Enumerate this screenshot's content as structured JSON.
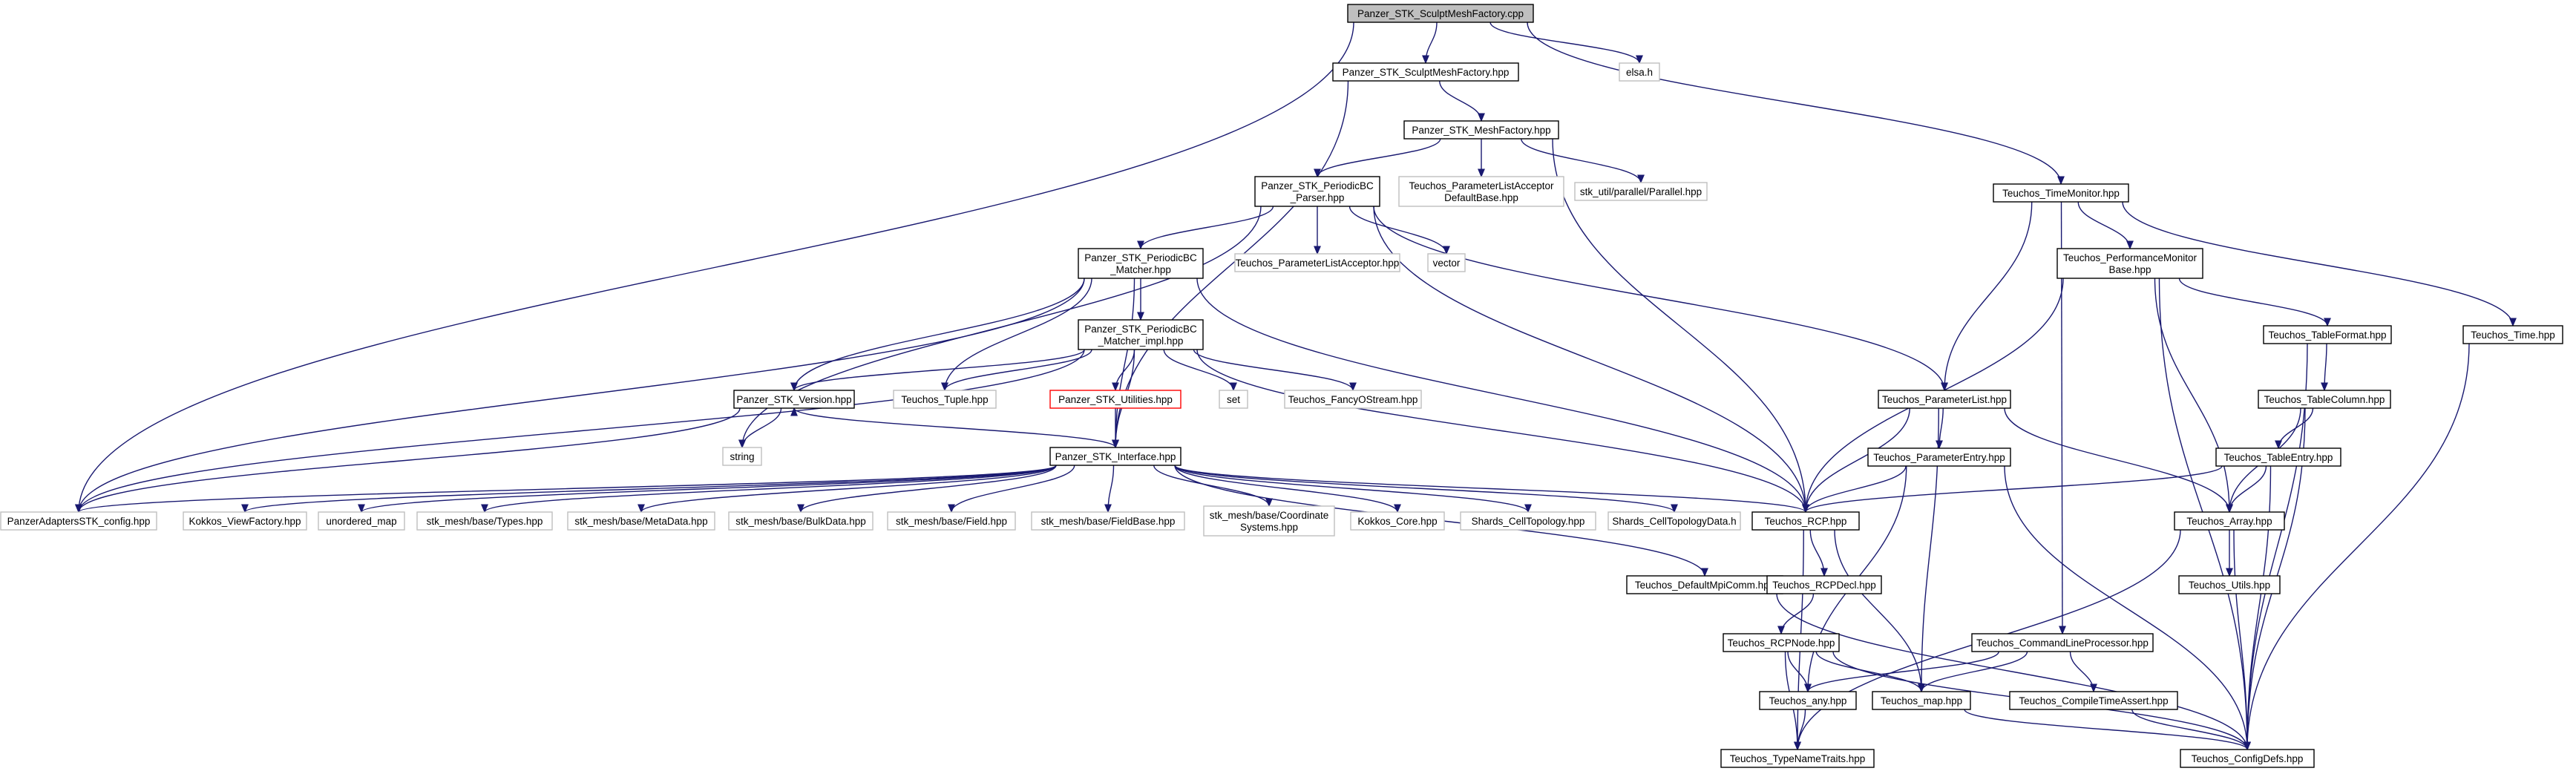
{
  "colors": {
    "edge": "#191970",
    "node_text": "#000000",
    "root_fill": "#bfbfbf",
    "root_border": "#000000",
    "normal_border": "#000000",
    "external_border": "#bfbfbf",
    "flagged_border": "#ff0000",
    "background": "#ffffff"
  },
  "graph": {
    "nodes": [
      {
        "id": "n0",
        "kind": "root",
        "lines": [
          "Panzer_STK_SculptMeshFactory.cpp"
        ]
      },
      {
        "id": "n1",
        "kind": "normal",
        "lines": [
          "Panzer_STK_SculptMeshFactory.hpp"
        ]
      },
      {
        "id": "n2",
        "kind": "external",
        "lines": [
          "elsa.h"
        ]
      },
      {
        "id": "n3",
        "kind": "normal",
        "lines": [
          "Panzer_STK_MeshFactory.hpp"
        ]
      },
      {
        "id": "n4",
        "kind": "normal",
        "lines": [
          "Panzer_STK_PeriodicBC",
          "_Parser.hpp"
        ]
      },
      {
        "id": "n5",
        "kind": "external",
        "lines": [
          "Teuchos_ParameterListAcceptor",
          "DefaultBase.hpp"
        ]
      },
      {
        "id": "n6",
        "kind": "external",
        "lines": [
          "stk_util/parallel/Parallel.hpp"
        ]
      },
      {
        "id": "n7",
        "kind": "normal",
        "lines": [
          "Teuchos_TimeMonitor.hpp"
        ]
      },
      {
        "id": "n8",
        "kind": "normal",
        "lines": [
          "Panzer_STK_PeriodicBC",
          "_Matcher.hpp"
        ]
      },
      {
        "id": "n9",
        "kind": "external",
        "lines": [
          "Teuchos_ParameterListAcceptor.hpp"
        ]
      },
      {
        "id": "n10",
        "kind": "external",
        "lines": [
          "vector"
        ]
      },
      {
        "id": "n11",
        "kind": "normal",
        "lines": [
          "Teuchos_PerformanceMonitor",
          "Base.hpp"
        ]
      },
      {
        "id": "n12",
        "kind": "normal",
        "lines": [
          "Panzer_STK_PeriodicBC",
          "_Matcher_impl.hpp"
        ]
      },
      {
        "id": "n13",
        "kind": "normal",
        "lines": [
          "Teuchos_TableFormat.hpp"
        ]
      },
      {
        "id": "n14",
        "kind": "normal",
        "lines": [
          "Teuchos_Time.hpp"
        ]
      },
      {
        "id": "n15",
        "kind": "normal",
        "lines": [
          "Panzer_STK_Version.hpp"
        ]
      },
      {
        "id": "n16",
        "kind": "external",
        "lines": [
          "Teuchos_Tuple.hpp"
        ]
      },
      {
        "id": "n17",
        "kind": "flagged",
        "lines": [
          "Panzer_STK_Utilities.hpp"
        ]
      },
      {
        "id": "n18",
        "kind": "external",
        "lines": [
          "set"
        ]
      },
      {
        "id": "n19",
        "kind": "external",
        "lines": [
          "Teuchos_FancyOStream.hpp"
        ]
      },
      {
        "id": "n20",
        "kind": "normal",
        "lines": [
          "Teuchos_ParameterList.hpp"
        ]
      },
      {
        "id": "n21",
        "kind": "normal",
        "lines": [
          "Teuchos_TableColumn.hpp"
        ]
      },
      {
        "id": "n22",
        "kind": "external",
        "lines": [
          "string"
        ]
      },
      {
        "id": "n23",
        "kind": "normal",
        "lines": [
          "Panzer_STK_Interface.hpp"
        ]
      },
      {
        "id": "n24",
        "kind": "normal",
        "lines": [
          "Teuchos_ParameterEntry.hpp"
        ]
      },
      {
        "id": "n25",
        "kind": "normal",
        "lines": [
          "Teuchos_TableEntry.hpp"
        ]
      },
      {
        "id": "n26",
        "kind": "external",
        "lines": [
          "PanzerAdaptersSTK_config.hpp"
        ]
      },
      {
        "id": "n27",
        "kind": "external",
        "lines": [
          "Kokkos_ViewFactory.hpp"
        ]
      },
      {
        "id": "n28",
        "kind": "external",
        "lines": [
          "unordered_map"
        ]
      },
      {
        "id": "n29",
        "kind": "external",
        "lines": [
          "stk_mesh/base/Types.hpp"
        ]
      },
      {
        "id": "n30",
        "kind": "external",
        "lines": [
          "stk_mesh/base/MetaData.hpp"
        ]
      },
      {
        "id": "n31",
        "kind": "external",
        "lines": [
          "stk_mesh/base/BulkData.hpp"
        ]
      },
      {
        "id": "n32",
        "kind": "external",
        "lines": [
          "stk_mesh/base/Field.hpp"
        ]
      },
      {
        "id": "n33",
        "kind": "external",
        "lines": [
          "stk_mesh/base/FieldBase.hpp"
        ]
      },
      {
        "id": "n34",
        "kind": "external",
        "lines": [
          "stk_mesh/base/Coordinate",
          "Systems.hpp"
        ]
      },
      {
        "id": "n35",
        "kind": "external",
        "lines": [
          "Kokkos_Core.hpp"
        ]
      },
      {
        "id": "n36",
        "kind": "external",
        "lines": [
          "Shards_CellTopology.hpp"
        ]
      },
      {
        "id": "n37",
        "kind": "external",
        "lines": [
          "Shards_CellTopologyData.h"
        ]
      },
      {
        "id": "n38",
        "kind": "normal",
        "lines": [
          "Teuchos_RCP.hpp"
        ]
      },
      {
        "id": "n39",
        "kind": "normal",
        "lines": [
          "Teuchos_Array.hpp"
        ]
      },
      {
        "id": "n40",
        "kind": "normal",
        "lines": [
          "Teuchos_Utils.hpp"
        ]
      },
      {
        "id": "n41",
        "kind": "normal",
        "lines": [
          "Teuchos_DefaultMpiComm.hpp"
        ]
      },
      {
        "id": "n42",
        "kind": "normal",
        "lines": [
          "Teuchos_RCPDecl.hpp"
        ]
      },
      {
        "id": "n43",
        "kind": "normal",
        "lines": [
          "Teuchos_RCPNode.hpp"
        ]
      },
      {
        "id": "n44",
        "kind": "normal",
        "lines": [
          "Teuchos_CommandLineProcessor.hpp"
        ]
      },
      {
        "id": "n45",
        "kind": "normal",
        "lines": [
          "Teuchos_any.hpp"
        ]
      },
      {
        "id": "n46",
        "kind": "normal",
        "lines": [
          "Teuchos_map.hpp"
        ]
      },
      {
        "id": "n47",
        "kind": "normal",
        "lines": [
          "Teuchos_CompileTimeAssert.hpp"
        ]
      },
      {
        "id": "n48",
        "kind": "normal",
        "lines": [
          "Teuchos_TypeNameTraits.hpp"
        ]
      },
      {
        "id": "n49",
        "kind": "normal",
        "lines": [
          "Teuchos_ConfigDefs.hpp"
        ]
      }
    ],
    "edges": [
      [
        "n0",
        "n1"
      ],
      [
        "n0",
        "n2"
      ],
      [
        "n0",
        "n7"
      ],
      [
        "n0",
        "n26"
      ],
      [
        "n1",
        "n3"
      ],
      [
        "n1",
        "n23"
      ],
      [
        "n3",
        "n4"
      ],
      [
        "n3",
        "n5"
      ],
      [
        "n3",
        "n6"
      ],
      [
        "n3",
        "n38"
      ],
      [
        "n4",
        "n8"
      ],
      [
        "n4",
        "n9"
      ],
      [
        "n4",
        "n10"
      ],
      [
        "n4",
        "n20"
      ],
      [
        "n4",
        "n38"
      ],
      [
        "n4",
        "n22"
      ],
      [
        "n8",
        "n12"
      ],
      [
        "n8",
        "n15"
      ],
      [
        "n8",
        "n16"
      ],
      [
        "n8",
        "n23"
      ],
      [
        "n8",
        "n26"
      ],
      [
        "n8",
        "n38"
      ],
      [
        "n12",
        "n15"
      ],
      [
        "n12",
        "n16"
      ],
      [
        "n12",
        "n17"
      ],
      [
        "n12",
        "n18"
      ],
      [
        "n12",
        "n19"
      ],
      [
        "n12",
        "n23"
      ],
      [
        "n12",
        "n26"
      ],
      [
        "n12",
        "n38"
      ],
      [
        "n15",
        "n22"
      ],
      [
        "n15",
        "n26"
      ],
      [
        "n17",
        "n23"
      ],
      [
        "n23",
        "n26"
      ],
      [
        "n23",
        "n27"
      ],
      [
        "n23",
        "n28"
      ],
      [
        "n23",
        "n29"
      ],
      [
        "n23",
        "n30"
      ],
      [
        "n23",
        "n31"
      ],
      [
        "n23",
        "n32"
      ],
      [
        "n23",
        "n33"
      ],
      [
        "n23",
        "n34"
      ],
      [
        "n23",
        "n35"
      ],
      [
        "n23",
        "n36"
      ],
      [
        "n23",
        "n37"
      ],
      [
        "n23",
        "n38"
      ],
      [
        "n23",
        "n41"
      ],
      [
        "n23",
        "n15"
      ],
      [
        "n7",
        "n11"
      ],
      [
        "n7",
        "n14"
      ],
      [
        "n7",
        "n20"
      ],
      [
        "n7",
        "n44"
      ],
      [
        "n11",
        "n13"
      ],
      [
        "n11",
        "n38"
      ],
      [
        "n11",
        "n39"
      ],
      [
        "n11",
        "n49"
      ],
      [
        "n13",
        "n21"
      ],
      [
        "n13",
        "n49"
      ],
      [
        "n21",
        "n25"
      ],
      [
        "n21",
        "n39"
      ],
      [
        "n21",
        "n49"
      ],
      [
        "n25",
        "n38"
      ],
      [
        "n25",
        "n39"
      ],
      [
        "n25",
        "n49"
      ],
      [
        "n14",
        "n49"
      ],
      [
        "n20",
        "n24"
      ],
      [
        "n20",
        "n38"
      ],
      [
        "n20",
        "n39"
      ],
      [
        "n20",
        "n46"
      ],
      [
        "n24",
        "n38"
      ],
      [
        "n24",
        "n45"
      ],
      [
        "n24",
        "n49"
      ],
      [
        "n39",
        "n40"
      ],
      [
        "n39",
        "n48"
      ],
      [
        "n39",
        "n49"
      ],
      [
        "n38",
        "n42"
      ],
      [
        "n38",
        "n46"
      ],
      [
        "n38",
        "n48"
      ],
      [
        "n42",
        "n43"
      ],
      [
        "n43",
        "n45"
      ],
      [
        "n43",
        "n46"
      ],
      [
        "n43",
        "n48"
      ],
      [
        "n43",
        "n49"
      ],
      [
        "n44",
        "n45"
      ],
      [
        "n44",
        "n46"
      ],
      [
        "n44",
        "n47"
      ],
      [
        "n45",
        "n48"
      ],
      [
        "n46",
        "n49"
      ],
      [
        "n47",
        "n49"
      ],
      [
        "n41",
        "n49"
      ]
    ]
  }
}
